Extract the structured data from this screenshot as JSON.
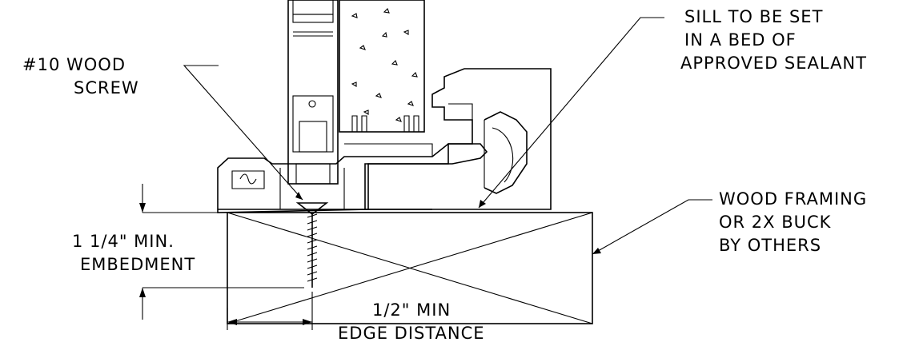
{
  "labels": {
    "sealant": [
      "SILL TO BE SET",
      "IN A BED OF",
      "APPROVED SEALANT"
    ],
    "screw": [
      "#10 WOOD",
      "SCREW"
    ],
    "framing": [
      "WOOD FRAMING",
      "OR 2X BUCK",
      "BY OTHERS"
    ],
    "embedment": [
      "1 1/4\" MIN.",
      "EMBEDMENT"
    ],
    "edge": [
      "1/2\" MIN",
      "EDGE DISTANCE"
    ]
  }
}
